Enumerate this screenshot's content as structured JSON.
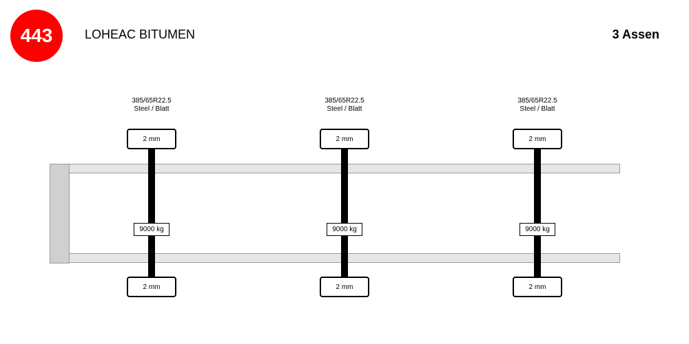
{
  "header": {
    "badge_number": "443",
    "title": "LOHEAC BITUMEN",
    "axle_count_label": "3 Assen"
  },
  "axles": [
    {
      "tire_size": "385/65R22.5",
      "tire_type": "Steel / Blatt",
      "tread_top": "2 mm",
      "load": "9000 kg",
      "tread_bottom": "2 mm"
    },
    {
      "tire_size": "385/65R22.5",
      "tire_type": "Steel / Blatt",
      "tread_top": "2 mm",
      "load": "9000 kg",
      "tread_bottom": "2 mm"
    },
    {
      "tire_size": "385/65R22.5",
      "tire_type": "Steel / Blatt",
      "tread_top": "2 mm",
      "load": "9000 kg",
      "tread_bottom": "2 mm"
    }
  ],
  "colors": {
    "badge": "#ff0000",
    "rail_fill": "#e6e6e6",
    "front_plate": "#d0d0d0",
    "axle_bar": "#000000"
  }
}
